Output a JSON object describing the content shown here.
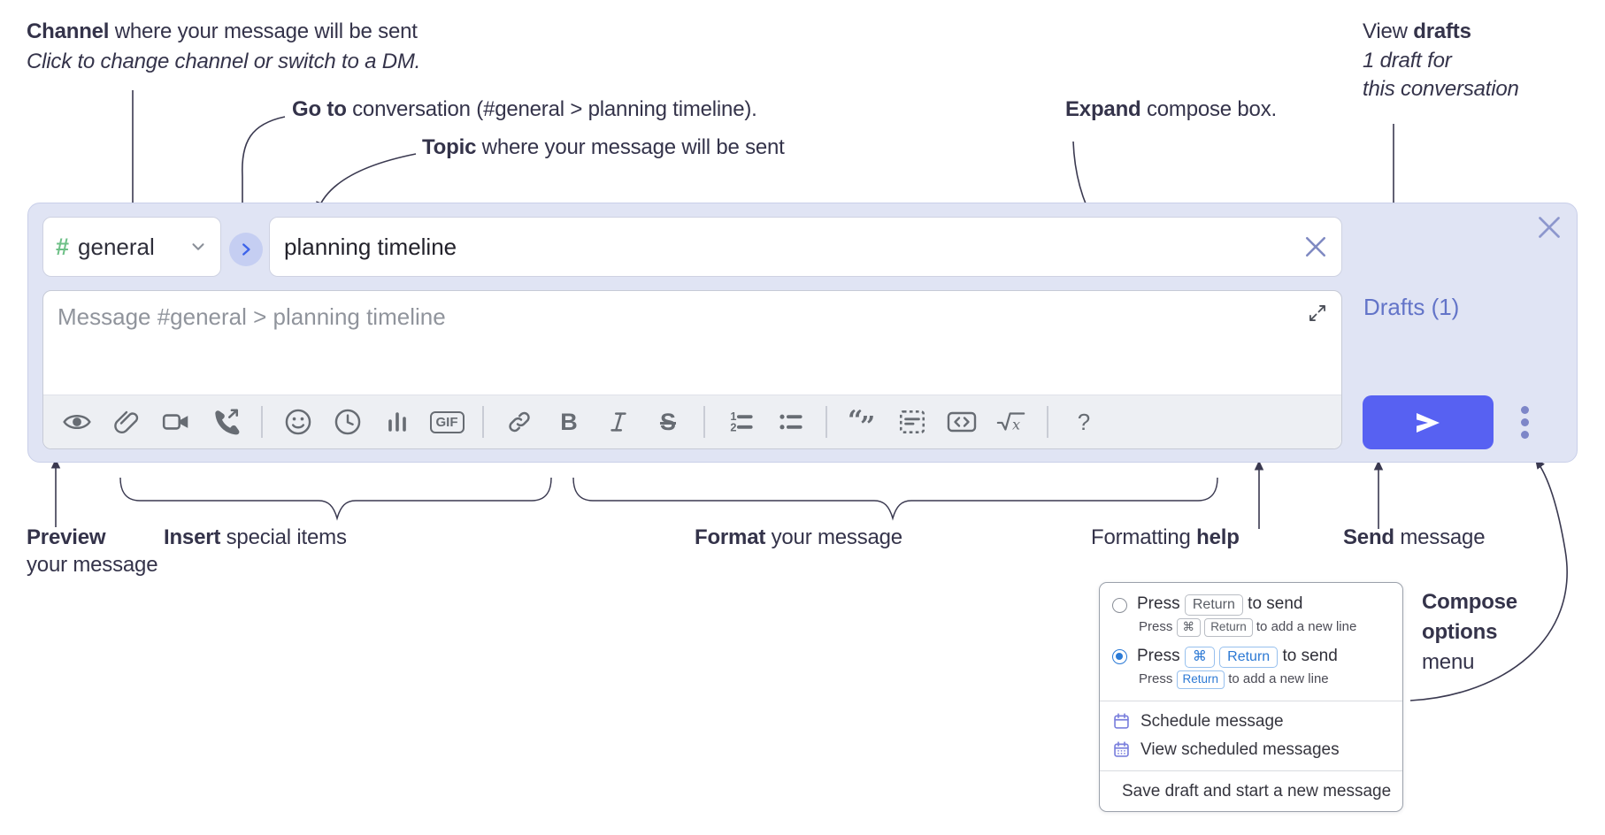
{
  "colors": {
    "send_button": "#5761f2",
    "drafts_link": "#6374c8",
    "channel_hash_green": "#6ec087",
    "kbd_blue": "#2b7ad6",
    "menu_icon_purple": "#7b80dd",
    "compose_background": "#e0e4f4"
  },
  "callouts": {
    "channel_bold": "Channel",
    "channel_rest": " where your message will be sent",
    "channel_sub": "Click to change channel or switch to a DM.",
    "goto_bold": "Go to",
    "goto_rest": " conversation (#general > planning timeline).",
    "topic_bold": "Topic",
    "topic_rest": " where your message will be sent",
    "expand_bold": "Expand",
    "expand_rest": " compose box.",
    "drafts_pre": "View ",
    "drafts_bold": "drafts",
    "drafts_line2": "1 draft for",
    "drafts_line3": "this conversation",
    "preview_bold": "Preview",
    "preview_line2": "your message",
    "insert_bold": "Insert",
    "insert_rest": " special items",
    "format_bold": "Format",
    "format_rest": " your message",
    "help_pre": "Formatting ",
    "help_bold": "help",
    "send_bold": "Send",
    "send_rest": " message",
    "compose_l1": "Compose",
    "compose_l2": "options",
    "compose_l3": "menu"
  },
  "compose": {
    "channel_hash": "#",
    "channel_name": "general",
    "topic_value": "planning timeline",
    "message_placeholder": "Message #general > planning timeline",
    "drafts_link": "Drafts (1)",
    "gif_label": "GIF",
    "bold_label": "B",
    "strike_label": "S",
    "help_label": "?"
  },
  "menu": {
    "opt1_press": "Press",
    "opt1_key": "Return",
    "opt1_suffix": "to send",
    "opt1_sub_press": "Press",
    "opt1_sub_key1": "⌘",
    "opt1_sub_key2": "Return",
    "opt1_sub_suffix": "to add a new line",
    "opt2_press": "Press",
    "opt2_key1": "⌘",
    "opt2_key2": "Return",
    "opt2_suffix": "to send",
    "opt2_sub_press": "Press",
    "opt2_sub_key": "Return",
    "opt2_sub_suffix": "to add a new line",
    "item_schedule": "Schedule message",
    "item_view_scheduled": "View scheduled messages",
    "item_save_draft": "Save draft and start a new message"
  }
}
